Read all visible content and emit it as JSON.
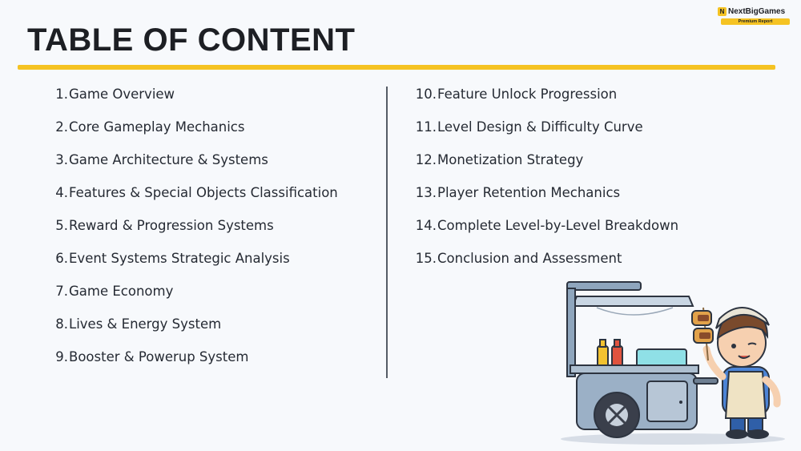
{
  "page": {
    "title": "TABLE OF CONTENT",
    "accent_color": "#f5c323"
  },
  "logo": {
    "mark": "N",
    "name": "NextBigGames",
    "badge": "Premium Report"
  },
  "toc": {
    "left": [
      {
        "num": "1.",
        "label": "Game Overview"
      },
      {
        "num": "2.",
        "label": "Core Gameplay Mechanics"
      },
      {
        "num": "3.",
        "label": "Game Architecture & Systems"
      },
      {
        "num": "4.",
        "label": "Features & Special Objects Classification"
      },
      {
        "num": "5.",
        "label": "Reward & Progression Systems"
      },
      {
        "num": "6.",
        "label": "Event Systems Strategic Analysis"
      },
      {
        "num": "7.",
        "label": "Game Economy"
      },
      {
        "num": "8.",
        "label": "Lives & Energy System"
      },
      {
        "num": "9.",
        "label": "Booster & Powerup System"
      }
    ],
    "right": [
      {
        "num": "10.",
        "label": "Feature Unlock Progression"
      },
      {
        "num": "11.",
        "label": "Level Design & Difficulty Curve"
      },
      {
        "num": "12.",
        "label": "Monetization Strategy"
      },
      {
        "num": "13.",
        "label": "Player Retention Mechanics"
      },
      {
        "num": "14.",
        "label": "Complete Level-by-Level Breakdown"
      },
      {
        "num": "15.",
        "label": "Conclusion and Assessment"
      }
    ]
  }
}
